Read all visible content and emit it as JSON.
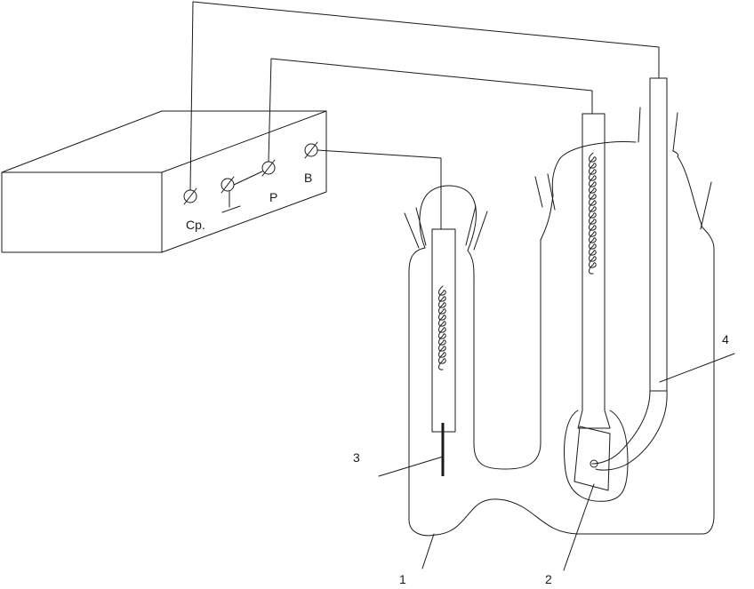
{
  "terminals": {
    "cp": "Cp.",
    "p": "P",
    "b": "B"
  },
  "callouts": {
    "cell_body": "1",
    "working_electrode": "2",
    "counter_electrode": "3",
    "capillary": "4"
  }
}
